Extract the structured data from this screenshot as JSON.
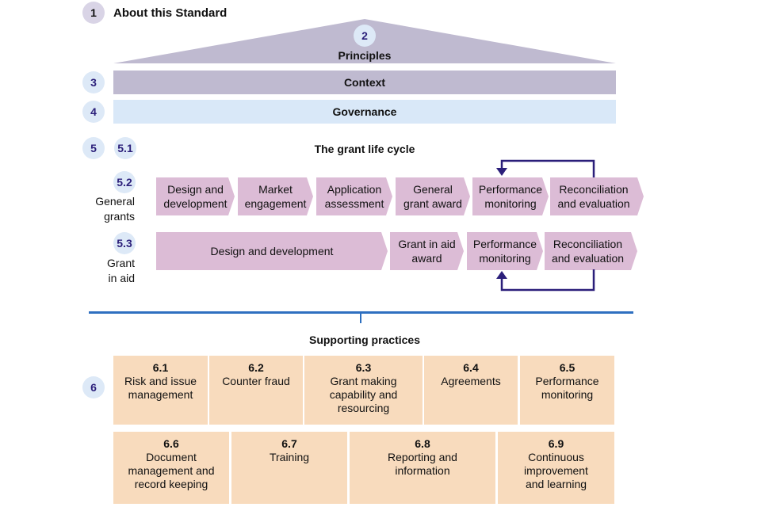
{
  "sections": {
    "about": {
      "number": "1",
      "label": "About this Standard"
    },
    "principles": {
      "number": "2",
      "label": "Principles"
    },
    "context": {
      "number": "3",
      "label": "Context"
    },
    "governance": {
      "number": "4",
      "label": "Governance"
    },
    "lifecycle": {
      "number": "5",
      "sub_number": "5.1",
      "label": "The grant life cycle"
    }
  },
  "general_grants": {
    "number": "5.2",
    "label_line1": "General",
    "label_line2": "grants",
    "stages": [
      {
        "line1": "Design and",
        "line2": "development"
      },
      {
        "line1": "Market",
        "line2": "engagement"
      },
      {
        "line1": "Application",
        "line2": "assessment"
      },
      {
        "line1": "General",
        "line2": "grant award"
      },
      {
        "line1": "Performance",
        "line2": "monitoring"
      },
      {
        "line1": "Reconciliation",
        "line2": "and evaluation"
      }
    ]
  },
  "grant_in_aid": {
    "number": "5.3",
    "label_line1": "Grant",
    "label_line2": "in aid",
    "stages": [
      {
        "line1": "Design and development",
        "line2": ""
      },
      {
        "line1": "Grant in aid",
        "line2": "award"
      },
      {
        "line1": "Performance",
        "line2": "monitoring"
      },
      {
        "line1": "Reconciliation",
        "line2": "and evaluation"
      }
    ]
  },
  "supporting": {
    "number": "6",
    "title": "Supporting practices",
    "row1": [
      {
        "num": "6.1",
        "lines": [
          "Risk and issue",
          "management"
        ]
      },
      {
        "num": "6.2",
        "lines": [
          "Counter fraud"
        ]
      },
      {
        "num": "6.3",
        "lines": [
          "Grant making",
          "capability and",
          "resourcing"
        ]
      },
      {
        "num": "6.4",
        "lines": [
          "Agreements"
        ]
      },
      {
        "num": "6.5",
        "lines": [
          "Performance",
          "monitoring"
        ]
      }
    ],
    "row2": [
      {
        "num": "6.6",
        "lines": [
          "Document",
          "management and",
          "record keeping"
        ]
      },
      {
        "num": "6.7",
        "lines": [
          "Training"
        ]
      },
      {
        "num": "6.8",
        "lines": [
          "Reporting and",
          "information"
        ]
      },
      {
        "num": "6.9",
        "lines": [
          "Continuous",
          "improvement",
          "and learning"
        ]
      }
    ]
  },
  "colors": {
    "lavender": "#bfbad0",
    "light_blue": "#d9e8f8",
    "stage_pink": "#dcbcd6",
    "card_peach": "#f8dbbd",
    "arrow_navy": "#2b1f7a",
    "divider_blue": "#2e6fc0",
    "badge_blue": "#dde9f7"
  }
}
